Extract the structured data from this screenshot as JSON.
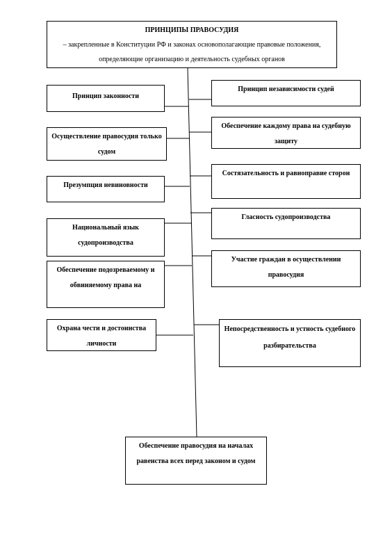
{
  "title": {
    "heading": "ПРИНЦИПЫ  ПРАВОСУДИЯ",
    "description": " – закрепленные в Конституции РФ и законах  основополагающие правовые положения, определяющие организацию и деятельность судебных органов"
  },
  "left_principles": [
    "Принцип законности",
    "Осуществление правосудия только судом",
    "Презумпция невиновности",
    "Национальный язык судопроизводства",
    "Обеспечение подозреваемому и обвиняемому права на",
    "Охрана чести и достоинства личности"
  ],
  "right_principles": [
    "Принцип независимости судей",
    "Обеспечение каждому права на судебную защиту",
    "Состязательность и равноправие сторон",
    "Гласность судопроизводства",
    "Участие граждан в осуществлении правосудия",
    "Непосредственность и устность судебного разбирательства"
  ],
  "bottom_principle": "Обеспечение правосудия на началах равенства всех перед законом и судом"
}
